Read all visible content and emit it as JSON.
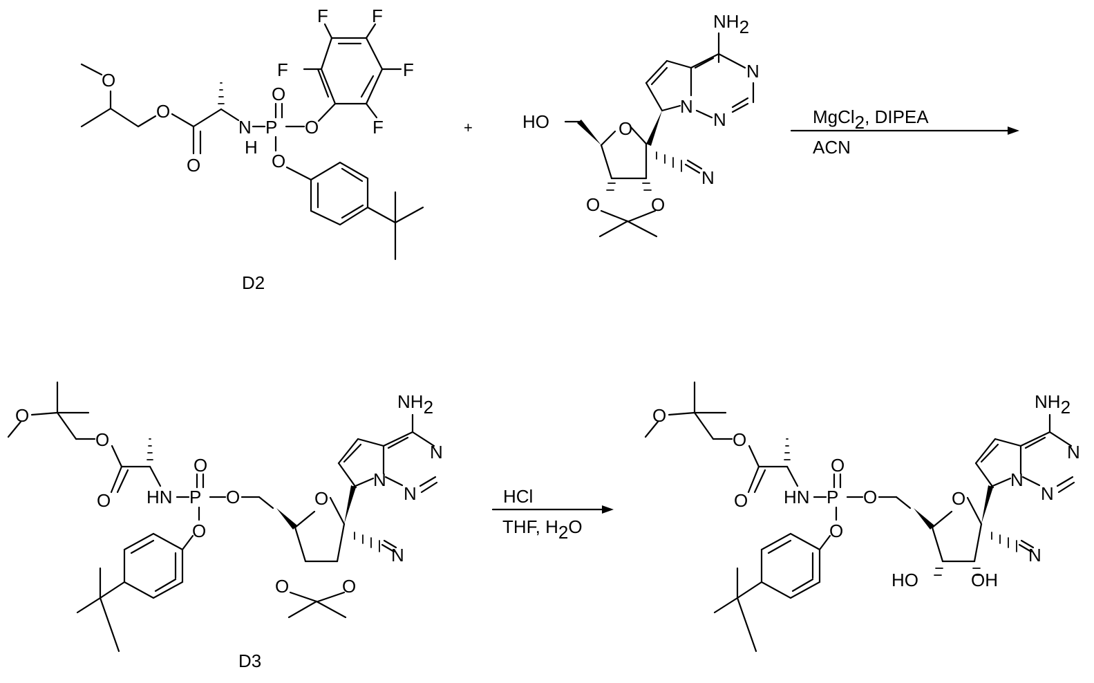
{
  "scheme": {
    "plus": "+",
    "step1": {
      "reagents_a": [
        "MgCl",
        "2",
        ", DIPEA"
      ],
      "reagents_b": "ACN"
    },
    "step2": {
      "reagents_a": "HCl",
      "reagents_b": [
        "THF, H",
        "2",
        "O"
      ]
    },
    "compound_labels": {
      "reactant": "D2",
      "intermediate": "D3"
    },
    "atoms": {
      "O": "O",
      "N": "N",
      "P": "P",
      "F": "F",
      "H": "H",
      "HO": "HO",
      "OH": "OH",
      "NH2": [
        "NH",
        "2"
      ]
    }
  }
}
